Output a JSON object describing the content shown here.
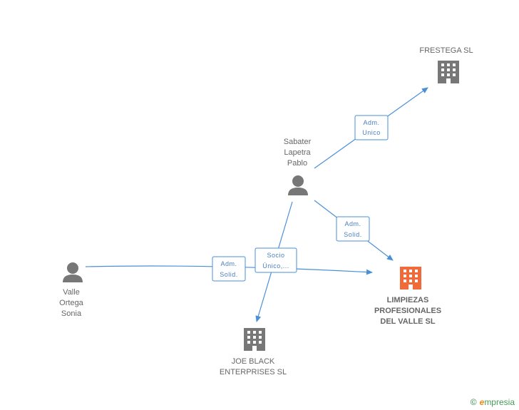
{
  "colors": {
    "edge": "#4a90d9",
    "building": "#777777",
    "building_main": "#f06a3a",
    "person": "#777777"
  },
  "nodes": {
    "frestega": {
      "type": "company",
      "lines": [
        "FRESTEGA SL"
      ]
    },
    "sabater": {
      "type": "person",
      "lines": [
        "Sabater",
        "Lapetra",
        "Pablo"
      ]
    },
    "valle": {
      "type": "person",
      "lines": [
        "Valle",
        "Ortega",
        "Sonia"
      ]
    },
    "limpiezas": {
      "type": "company",
      "main": true,
      "lines": [
        "LIMPIEZAS",
        "PROFESIONALES",
        "DEL VALLE SL"
      ]
    },
    "joeblack": {
      "type": "company",
      "lines": [
        "JOE BLACK",
        "ENTERPRISES SL"
      ]
    }
  },
  "edges": {
    "sabater_frestega": {
      "lines": [
        "Adm.",
        "Unico"
      ]
    },
    "sabater_limpiezas": {
      "lines": [
        "Adm.",
        "Solid."
      ]
    },
    "valle_limpiezas": {
      "lines": [
        "Adm.",
        "Solid."
      ]
    },
    "sabater_joeblack": {
      "lines": [
        "Socio",
        "Único,..."
      ]
    }
  },
  "brand": {
    "copyright": "©",
    "e": "e",
    "name": "mpresia"
  }
}
